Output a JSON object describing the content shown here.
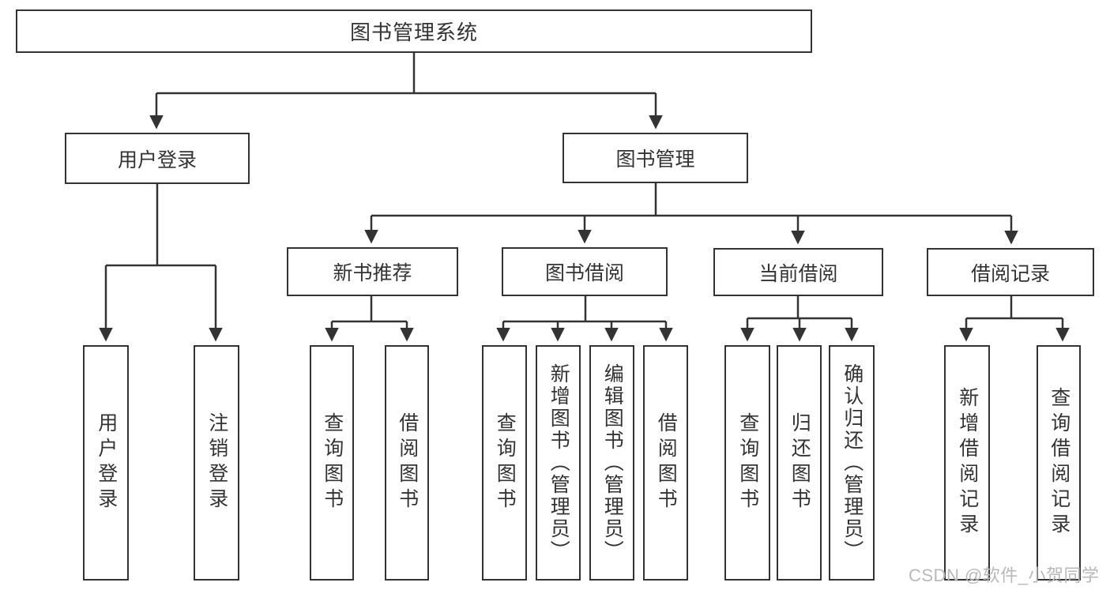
{
  "diagram": {
    "title": "图书管理系统",
    "branches": [
      {
        "label": "用户登录",
        "children": [
          "用户登录",
          "注销登录"
        ]
      },
      {
        "label": "图书管理",
        "groups": [
          {
            "label": "新书推荐",
            "children": [
              "查询图书",
              "借阅图书"
            ]
          },
          {
            "label": "图书借阅",
            "children": [
              "查询图书",
              "新增图书（管理员）",
              "编辑图书（管理员）",
              "借阅图书"
            ]
          },
          {
            "label": "当前借阅",
            "children": [
              "查询图书",
              "归还图书",
              "确认归还（管理员）"
            ]
          },
          {
            "label": "借阅记录",
            "children": [
              "新增借阅记录",
              "查询借阅记录"
            ]
          }
        ]
      }
    ]
  },
  "watermark": {
    "text": "CSDN @软件_小贺同学",
    "color": "#b9b9b9"
  },
  "colors": {
    "line": "#333333",
    "box_border": "#333333",
    "box_fill": "#ffffff",
    "text": "#333333",
    "background": "#ffffff"
  }
}
